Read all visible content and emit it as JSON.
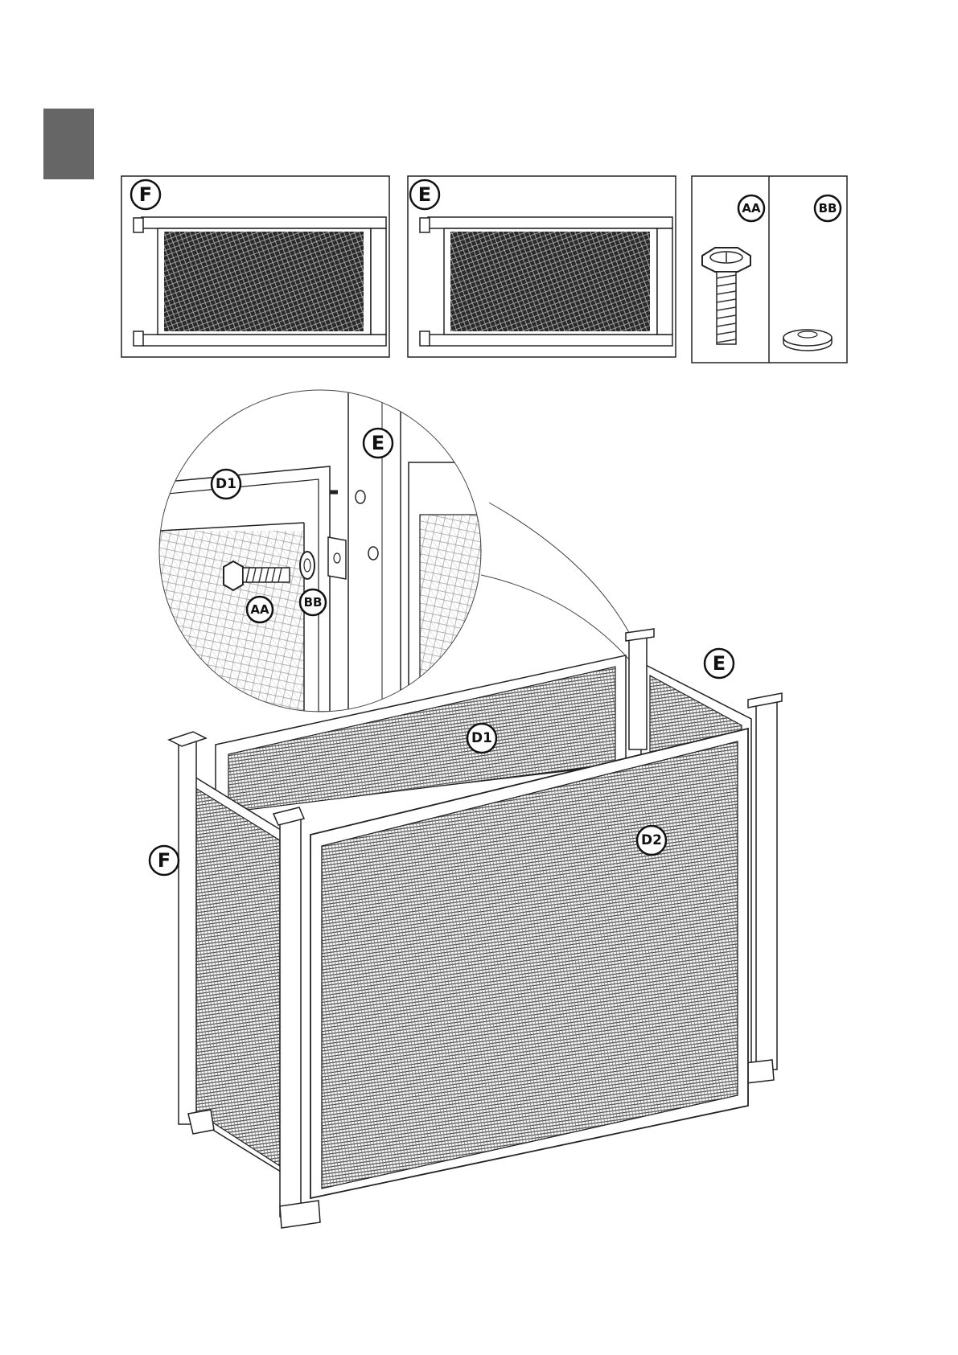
{
  "step_marker_color": "#666666",
  "parts": {
    "panel_f_label": "F",
    "panel_e_label": "E",
    "screw_label": "AA",
    "washer_label": "BB"
  },
  "detail": {
    "d1_label": "D1",
    "e_label": "E",
    "aa_label": "AA",
    "bb_label": "BB"
  },
  "assembly": {
    "d1_label": "D1",
    "d2_label": "D2",
    "e_label": "E",
    "f_label": "F"
  }
}
